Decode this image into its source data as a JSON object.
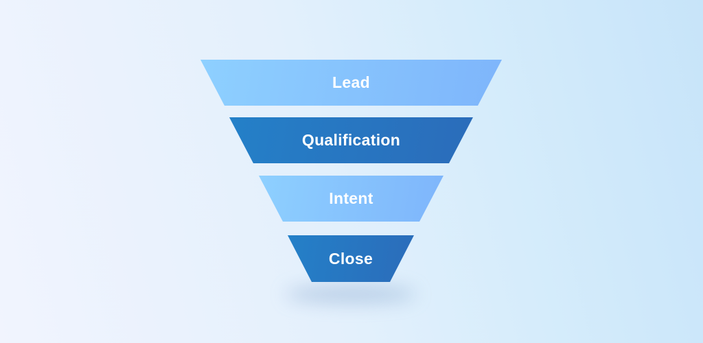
{
  "diagram": {
    "type": "funnel",
    "title": "",
    "orientation": "top-down",
    "background": {
      "gradient_from": "#f1f4fe",
      "gradient_to": "#c7e4f9"
    },
    "stages": [
      {
        "label": "Lead",
        "color_left": "#8ed0ff",
        "color_right": "#7eb5fb",
        "text_color": "#ffffff"
      },
      {
        "label": "Qualification",
        "color_left": "#2480c8",
        "color_right": "#2b6cba",
        "text_color": "#ffffff"
      },
      {
        "label": "Intent",
        "color_left": "#8ed0ff",
        "color_right": "#7eb5fb",
        "text_color": "#ffffff"
      },
      {
        "label": "Close",
        "color_left": "#2480c8",
        "color_right": "#2b6cba",
        "text_color": "#ffffff"
      }
    ]
  }
}
